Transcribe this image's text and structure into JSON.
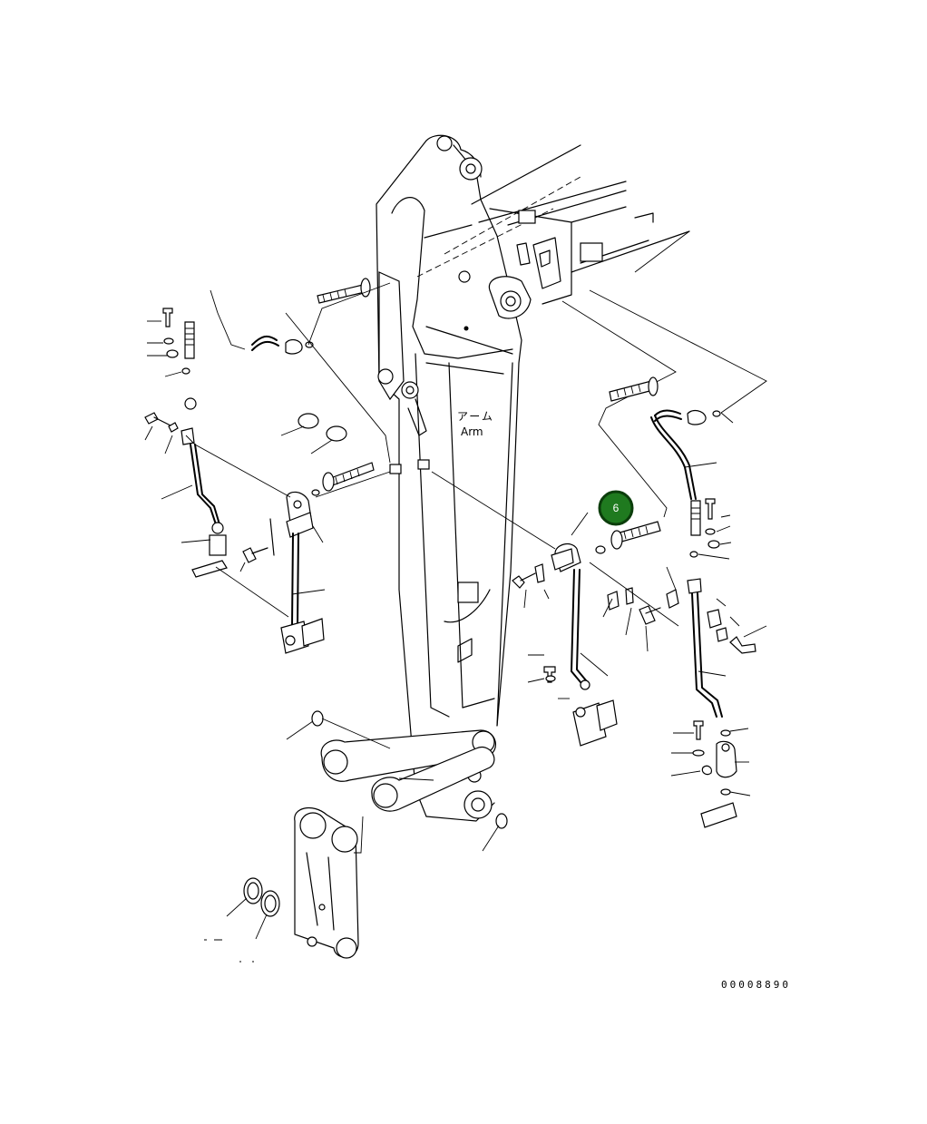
{
  "diagram": {
    "arm_label_jp": "アーム",
    "arm_label_en": "Arm",
    "drawing_number": "00008890"
  },
  "callouts": [
    {
      "number": "6",
      "fill": "#1f7a1f",
      "stroke": "#0b3d0b"
    }
  ],
  "colors": {
    "line": "#000000",
    "background": "#ffffff",
    "callout_fill": "#1f7a1f",
    "callout_ring": "#0b3d0b"
  }
}
